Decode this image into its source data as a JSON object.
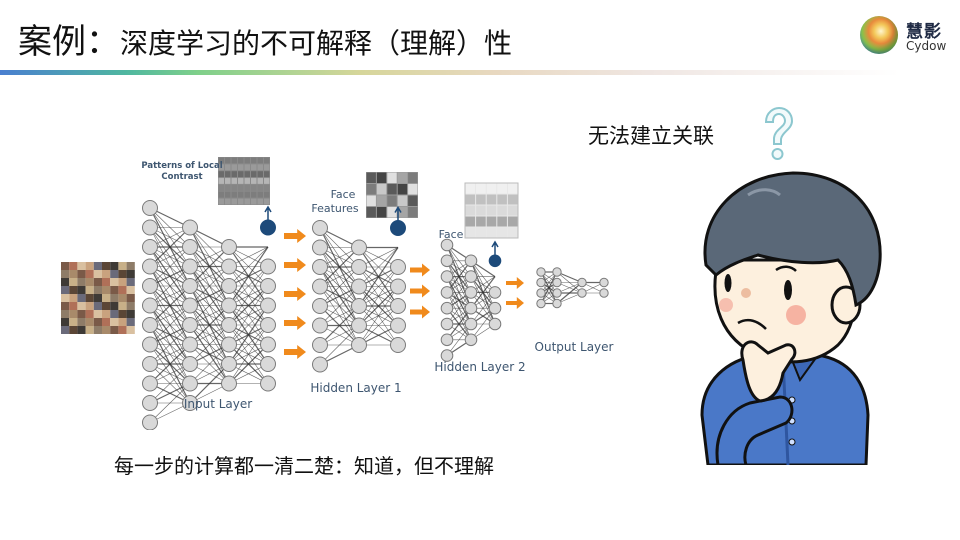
{
  "slide": {
    "title_lead": "案例：",
    "title_rest": "深度学习的不可解释（理解）性",
    "logo": {
      "cn": "慧影",
      "en": "Cydow"
    },
    "question_caption": "无法建立关联",
    "question_icon": "question-mark-icon",
    "bottom_caption": "每一步的计算都一清二楚：知道，但不理解"
  },
  "diagram": {
    "labels": {
      "patterns": [
        "Patterns of Local",
        "Contrast"
      ],
      "face_features": [
        "Face",
        "Features"
      ],
      "face": "Face",
      "input_layer": "Input Layer",
      "hidden_layer_1": "Hidden Layer 1",
      "hidden_layer_2": "Hidden Layer 2",
      "output_layer": "Output Layer"
    },
    "colors": {
      "node_fill": "#d9d9d9",
      "node_stroke": "#7a7a7a",
      "active_node": "#1d4a7a",
      "arrow": "#f08a1c",
      "edge": "#333333"
    },
    "blocks": [
      {
        "name": "input-block",
        "layers": [
          12,
          10,
          8,
          8
        ]
      },
      {
        "name": "hidden1-block",
        "layers": [
          8,
          6,
          6
        ]
      },
      {
        "name": "hidden2-block",
        "layers": [
          8,
          6,
          4
        ]
      },
      {
        "name": "output-block",
        "layers": [
          4,
          4,
          2,
          2
        ]
      }
    ],
    "arrow_groups": [
      5,
      3,
      2
    ]
  }
}
